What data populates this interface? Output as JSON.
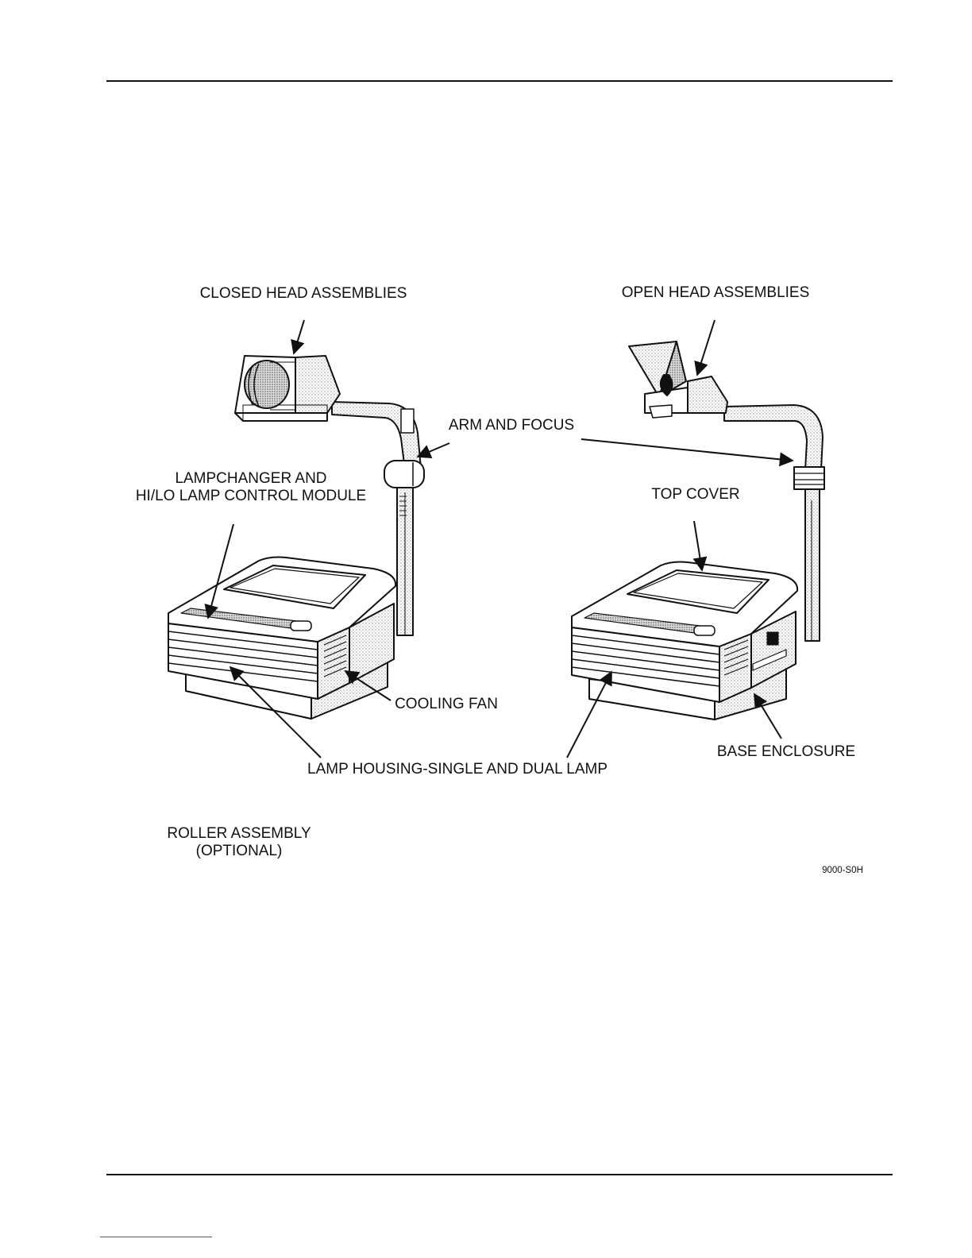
{
  "figure": {
    "labels": {
      "closed_head": "CLOSED HEAD ASSEMBLIES",
      "open_head": "OPEN HEAD ASSEMBLIES",
      "arm_focus": "ARM AND FOCUS",
      "lampchanger_line1": "LAMPCHANGER AND",
      "lampchanger_line2": "HI/LO LAMP CONTROL MODULE",
      "top_cover": "TOP COVER",
      "cooling_fan": "COOLING FAN",
      "base_enclosure": "BASE ENCLOSURE",
      "lamp_housing": "LAMP HOUSING-SINGLE AND DUAL LAMP",
      "roller_line1": "ROLLER ASSEMBLY",
      "roller_line2": "(OPTIONAL)",
      "figure_code": "9000-S0H"
    }
  }
}
